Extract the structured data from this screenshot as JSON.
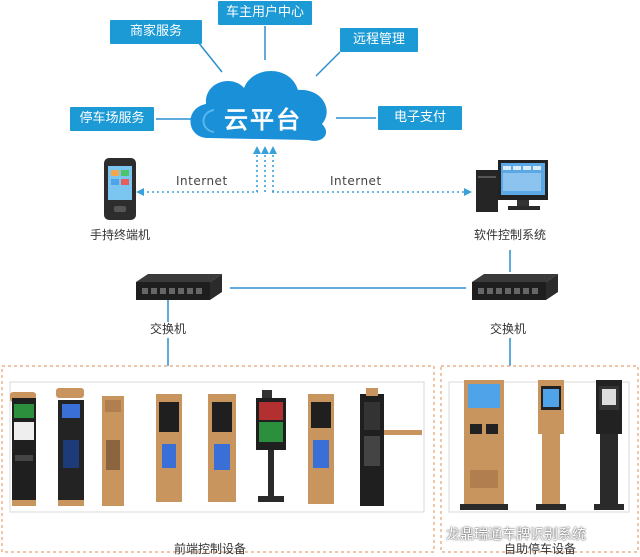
{
  "cloud": {
    "label": "云平台"
  },
  "services": {
    "merchant": "商家服务",
    "owner_center": "车主用户中心",
    "remote": "远程管理",
    "parking": "停车场服务",
    "payment": "电子支付"
  },
  "links": {
    "internet_left": "Internet",
    "internet_right": "Internet"
  },
  "devices": {
    "handheld": "手持终端机",
    "software": "软件控制系统",
    "switch_left": "交换机",
    "switch_right": "交换机"
  },
  "groups": {
    "front": "前端控制设备",
    "self_service": "自助停车设备"
  },
  "watermark": "龙鼎瑞通车牌识别系统",
  "colors": {
    "tag_blue": "#1b9ad6",
    "cloud_blue": "#1a90d8",
    "dash_line": "#3aa0d8",
    "solid_line": "#2a8fd0",
    "group_border": "#e8a070",
    "device_gold": "#c9955f",
    "device_black": "#1f1f1f"
  },
  "icons": [
    "cloud-icon",
    "handheld-terminal-icon",
    "computer-icon",
    "network-switch-icon",
    "barrier-gate-icon",
    "kiosk-icon"
  ]
}
